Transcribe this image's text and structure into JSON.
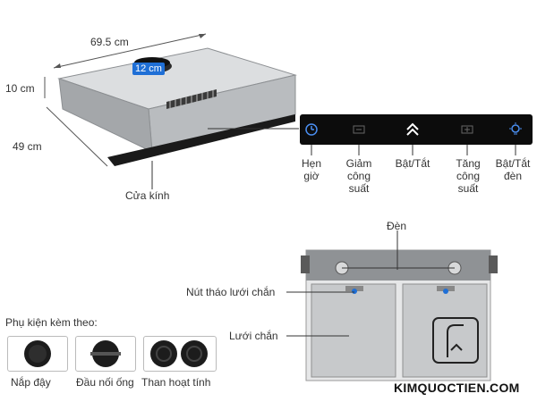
{
  "dimensions": {
    "width": "69.5 cm",
    "duct": "12 cm",
    "height": "10 cm",
    "depth": "49 cm"
  },
  "labels": {
    "glass_door": "Cửa kính",
    "light": "Đèn",
    "filter_release": "Nút tháo lưới chắn",
    "filter": "Lưới chắn"
  },
  "controls": [
    {
      "icon": "timer-icon",
      "line1": "Hẹn",
      "line2": "giờ",
      "line3": ""
    },
    {
      "icon": "fan-down-icon",
      "line1": "Giảm",
      "line2": "công",
      "line3": "suất"
    },
    {
      "icon": "power-icon",
      "line1": "Bật/Tắt",
      "line2": "",
      "line3": ""
    },
    {
      "icon": "fan-up-icon",
      "line1": "Tăng",
      "line2": "công",
      "line3": "suất"
    },
    {
      "icon": "light-bulb-icon",
      "line1": "Bật/Tắt",
      "line2": "đèn",
      "line3": ""
    }
  ],
  "accessories": {
    "title": "Phụ kiện kèm theo:",
    "items": [
      {
        "icon": "cap-icon",
        "label": "Nắp đậy"
      },
      {
        "icon": "duct-connector-icon",
        "label": "Đầu nối ống"
      },
      {
        "icon": "charcoal-filter-icon",
        "label": "Than hoạt tính"
      }
    ]
  },
  "brand": "KIMQUOCTIEN.COM",
  "colors": {
    "accent": "#1f6fd6",
    "panel": "#0c0c0c",
    "steel": "#c9ccce"
  }
}
